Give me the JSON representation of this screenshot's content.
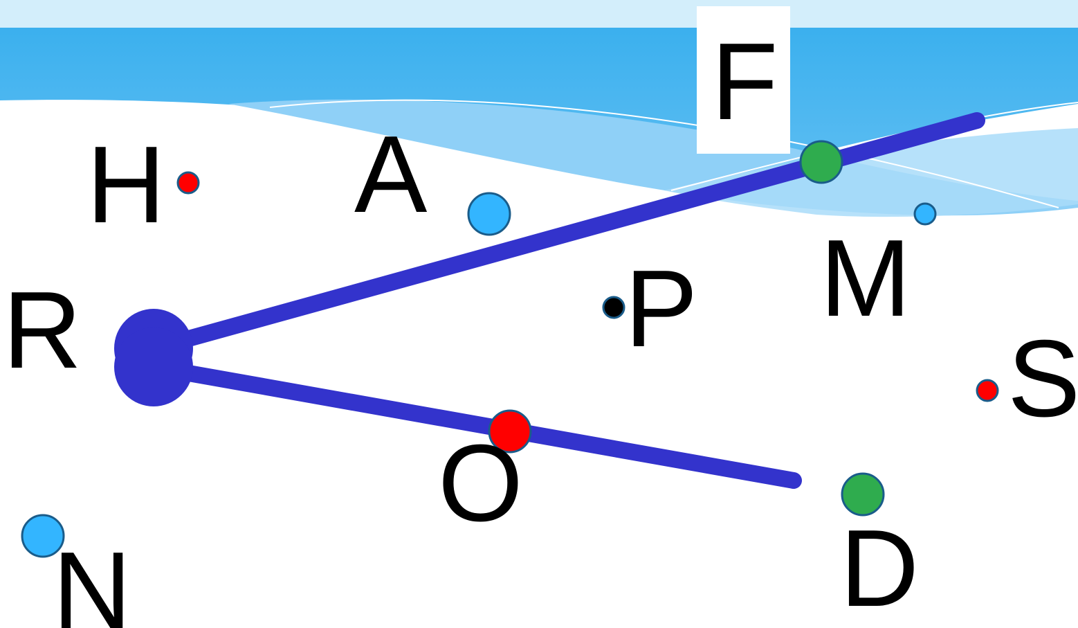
{
  "colors": {
    "band_top": "#d3eefb",
    "band_main": "#3bb0ee",
    "wave_light": "#8fd0f7",
    "ray": "#3333cc",
    "vertex": "#3333cc",
    "red_point": "#ff0000",
    "blue_point": "#33b5ff",
    "green_point": "#2fac4e",
    "black_point": "#000000",
    "point_stroke": "#1a5c8a"
  },
  "diagram": {
    "vertex_label": "R",
    "ray_labels": [
      "F",
      "O"
    ],
    "points": [
      {
        "label": "H",
        "color": "red",
        "size": "small"
      },
      {
        "label": "A",
        "color": "blue",
        "size": "large"
      },
      {
        "label": "F",
        "color": "green",
        "size": "large"
      },
      {
        "label": "M",
        "color": "blue",
        "size": "small"
      },
      {
        "label": "P",
        "color": "black",
        "size": "small"
      },
      {
        "label": "S",
        "color": "red",
        "size": "small"
      },
      {
        "label": "O",
        "color": "red",
        "size": "large"
      },
      {
        "label": "D",
        "color": "green",
        "size": "large"
      },
      {
        "label": "N",
        "color": "blue",
        "size": "large"
      }
    ],
    "labels": {
      "R": "R",
      "H": "H",
      "A": "A",
      "F": "F",
      "M": "M",
      "P": "P",
      "S": "S",
      "O": "O",
      "D": "D",
      "N": "N"
    }
  }
}
